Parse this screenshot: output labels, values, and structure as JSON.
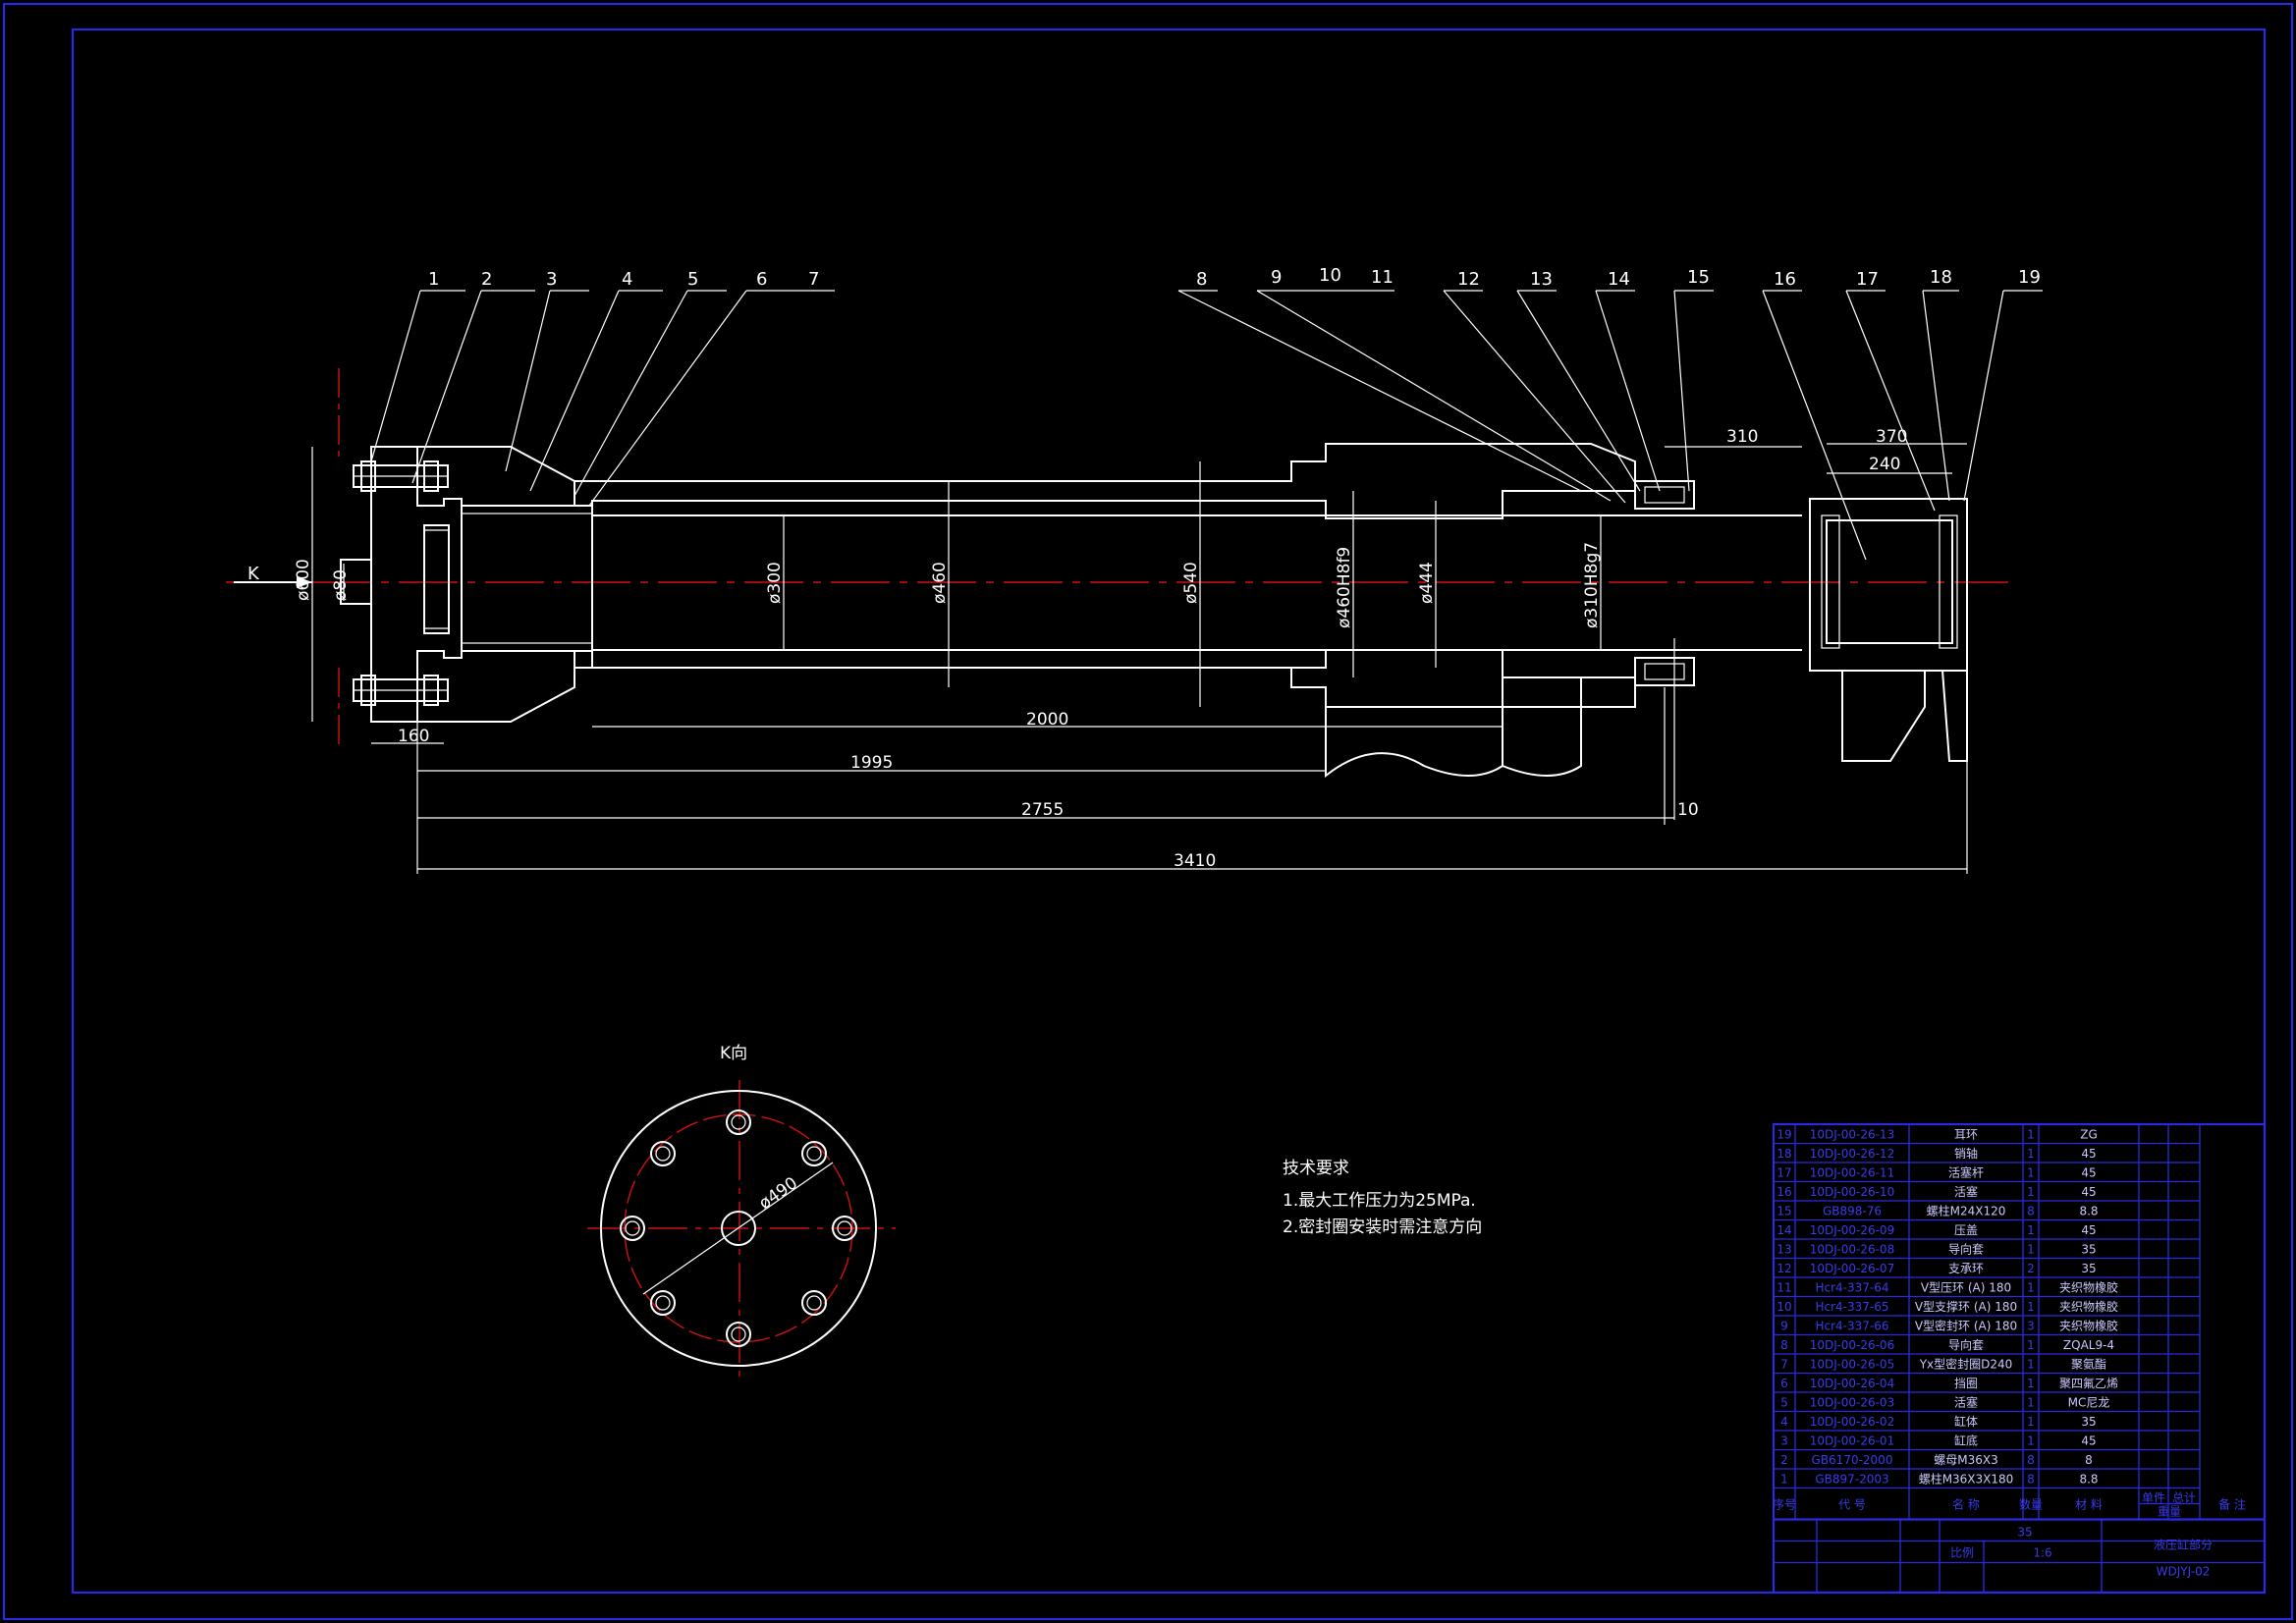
{
  "part_labels": [
    "1",
    "2",
    "3",
    "4",
    "5",
    "6",
    "7",
    "8",
    "9",
    "10",
    "11",
    "12",
    "13",
    "14",
    "15",
    "16",
    "17",
    "18",
    "19"
  ],
  "view_arrow_label": "K",
  "view_title": "K向",
  "dimensions": {
    "d600": "ø600",
    "d80": "ø80",
    "d300": "ø300",
    "d460": "ø460",
    "d540": "ø540",
    "d460h": "ø460H8f9",
    "d444": "ø444",
    "d310": "ø310H8g7",
    "d490": "ø490",
    "l160": "160",
    "l2000": "2000",
    "l1995": "1995",
    "l2755": "2755",
    "l3410": "3410",
    "l310": "310",
    "l370": "370",
    "l240": "240",
    "l10": "10"
  },
  "tech_requirements": {
    "title": "技术要求",
    "items": [
      "1.最大工作压力为25MPa.",
      "2.密封圈安装时需注意方向"
    ]
  },
  "bom": {
    "rows": [
      {
        "no": "19",
        "code": "10DJ-00-26-13",
        "name": "耳环",
        "qty": "1",
        "mat": "ZG"
      },
      {
        "no": "18",
        "code": "10DJ-00-26-12",
        "name": "销轴",
        "qty": "1",
        "mat": "45"
      },
      {
        "no": "17",
        "code": "10DJ-00-26-11",
        "name": "活塞杆",
        "qty": "1",
        "mat": "45"
      },
      {
        "no": "16",
        "code": "10DJ-00-26-10",
        "name": "活塞",
        "qty": "1",
        "mat": "45"
      },
      {
        "no": "15",
        "code": "GB898-76",
        "name": "螺柱M24X120",
        "qty": "8",
        "mat": "8.8"
      },
      {
        "no": "14",
        "code": "10DJ-00-26-09",
        "name": "压盖",
        "qty": "1",
        "mat": "45"
      },
      {
        "no": "13",
        "code": "10DJ-00-26-08",
        "name": "导向套",
        "qty": "1",
        "mat": "35"
      },
      {
        "no": "12",
        "code": "10DJ-00-26-07",
        "name": "支承环",
        "qty": "2",
        "mat": "35"
      },
      {
        "no": "11",
        "code": "Hcr4-337-64",
        "name": "V型压环 (A) 180",
        "qty": "1",
        "mat": "夹织物橡胶"
      },
      {
        "no": "10",
        "code": "Hcr4-337-65",
        "name": "V型支撑环 (A) 180",
        "qty": "1",
        "mat": "夹织物橡胶"
      },
      {
        "no": "9",
        "code": "Hcr4-337-66",
        "name": "V型密封环 (A) 180",
        "qty": "3",
        "mat": "夹织物橡胶"
      },
      {
        "no": "8",
        "code": "10DJ-00-26-06",
        "name": "导向套",
        "qty": "1",
        "mat": "ZQAL9-4"
      },
      {
        "no": "7",
        "code": "10DJ-00-26-05",
        "name": "Yx型密封圈D240",
        "qty": "1",
        "mat": "聚氨酯"
      },
      {
        "no": "6",
        "code": "10DJ-00-26-04",
        "name": "挡圈",
        "qty": "1",
        "mat": "聚四氟乙烯"
      },
      {
        "no": "5",
        "code": "10DJ-00-26-03",
        "name": "活塞",
        "qty": "1",
        "mat": "MC尼龙"
      },
      {
        "no": "4",
        "code": "10DJ-00-26-02",
        "name": "缸体",
        "qty": "1",
        "mat": "35"
      },
      {
        "no": "3",
        "code": "10DJ-00-26-01",
        "name": "缸底",
        "qty": "1",
        "mat": "45"
      },
      {
        "no": "2",
        "code": "GB6170-2000",
        "name": "螺母M36X3",
        "qty": "8",
        "mat": "8"
      },
      {
        "no": "1",
        "code": "GB897-2003",
        "name": "螺柱M36X3X180",
        "qty": "8",
        "mat": "8.8"
      }
    ],
    "header": {
      "no": "序号",
      "code": "代 号",
      "name": "名 称",
      "qty": "数量",
      "mat": "材 料",
      "w1": "单件",
      "w2": "总计",
      "wt": "重量",
      "note": "备 注"
    },
    "title_block": {
      "material": "35",
      "scale_label": "比例",
      "scale": "1:6",
      "drawing_name": "液压缸部分",
      "drawing_no": "WDJYJ-02"
    }
  }
}
